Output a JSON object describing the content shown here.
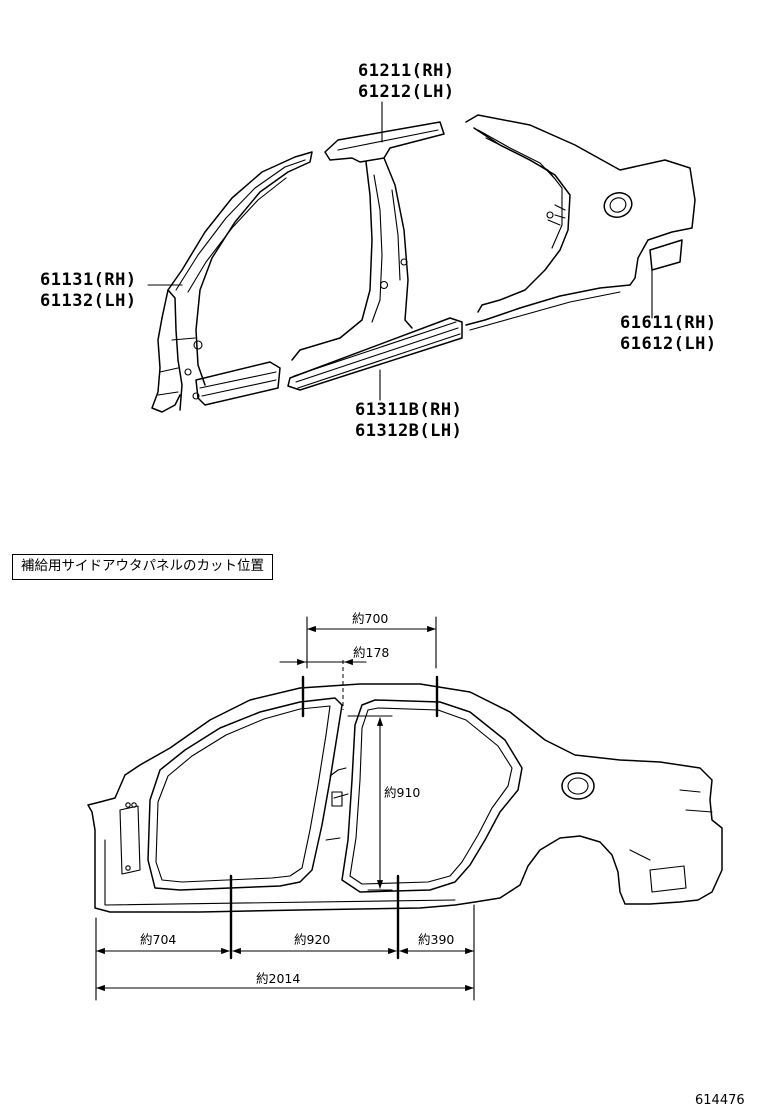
{
  "top_diagram": {
    "parts": [
      {
        "id": "pillar-front",
        "lines": [
          "61131(RH)",
          "61132(LH)"
        ]
      },
      {
        "id": "pillar-center",
        "lines": [
          "61211(RH)",
          "61212(LH)"
        ]
      },
      {
        "id": "rocker",
        "lines": [
          "61311B(RH)",
          "61312B(LH)"
        ]
      },
      {
        "id": "quarter",
        "lines": [
          "61611(RH)",
          "61612(LH)"
        ]
      }
    ]
  },
  "cut_diagram": {
    "caption": "補給用サイドアウタパネルのカット位置",
    "dimensions": {
      "top_span": "約700",
      "pillar_offset": "約178",
      "height": "約910",
      "front": "約704",
      "middle": "約920",
      "rear": "約390",
      "overall": "約2014"
    }
  },
  "image_number": "614476"
}
